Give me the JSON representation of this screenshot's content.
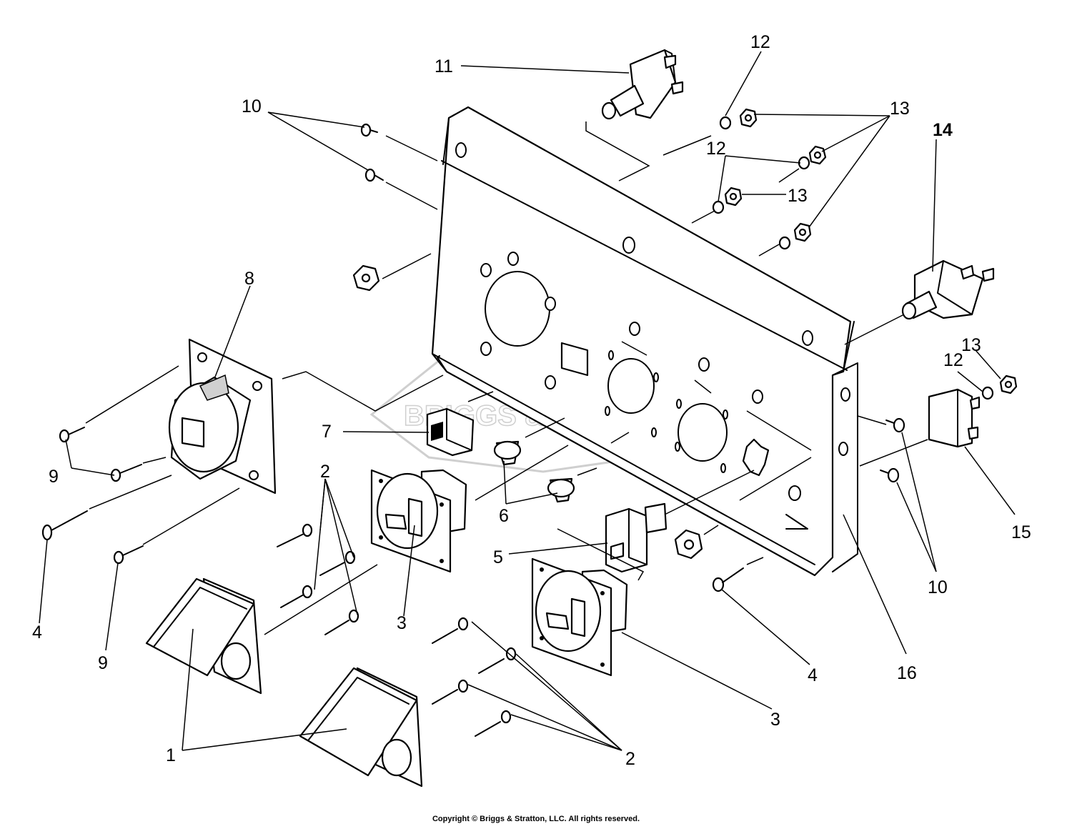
{
  "callouts": [
    {
      "id": "c1a",
      "text": "1"
    },
    {
      "id": "c2a",
      "text": "2"
    },
    {
      "id": "c2b",
      "text": "2"
    },
    {
      "id": "c3a",
      "text": "3"
    },
    {
      "id": "c3b",
      "text": "3"
    },
    {
      "id": "c4a",
      "text": "4"
    },
    {
      "id": "c4b",
      "text": "4"
    },
    {
      "id": "c5",
      "text": "5"
    },
    {
      "id": "c6",
      "text": "6"
    },
    {
      "id": "c7",
      "text": "7"
    },
    {
      "id": "c8",
      "text": "8"
    },
    {
      "id": "c9a",
      "text": "9"
    },
    {
      "id": "c9b",
      "text": "9"
    },
    {
      "id": "c10a",
      "text": "10"
    },
    {
      "id": "c10b",
      "text": "10"
    },
    {
      "id": "c11",
      "text": "11"
    },
    {
      "id": "c12a",
      "text": "12"
    },
    {
      "id": "c12b",
      "text": "12"
    },
    {
      "id": "c12c",
      "text": "12"
    },
    {
      "id": "c13a",
      "text": "13"
    },
    {
      "id": "c13b",
      "text": "13"
    },
    {
      "id": "c13c",
      "text": "13"
    },
    {
      "id": "c14",
      "text": "14"
    },
    {
      "id": "c15",
      "text": "15"
    },
    {
      "id": "c16",
      "text": "16"
    }
  ],
  "watermark": "BRIGGS & STRATTON",
  "copyright": "Copyright © Briggs & Stratton, LLC. All rights reserved."
}
